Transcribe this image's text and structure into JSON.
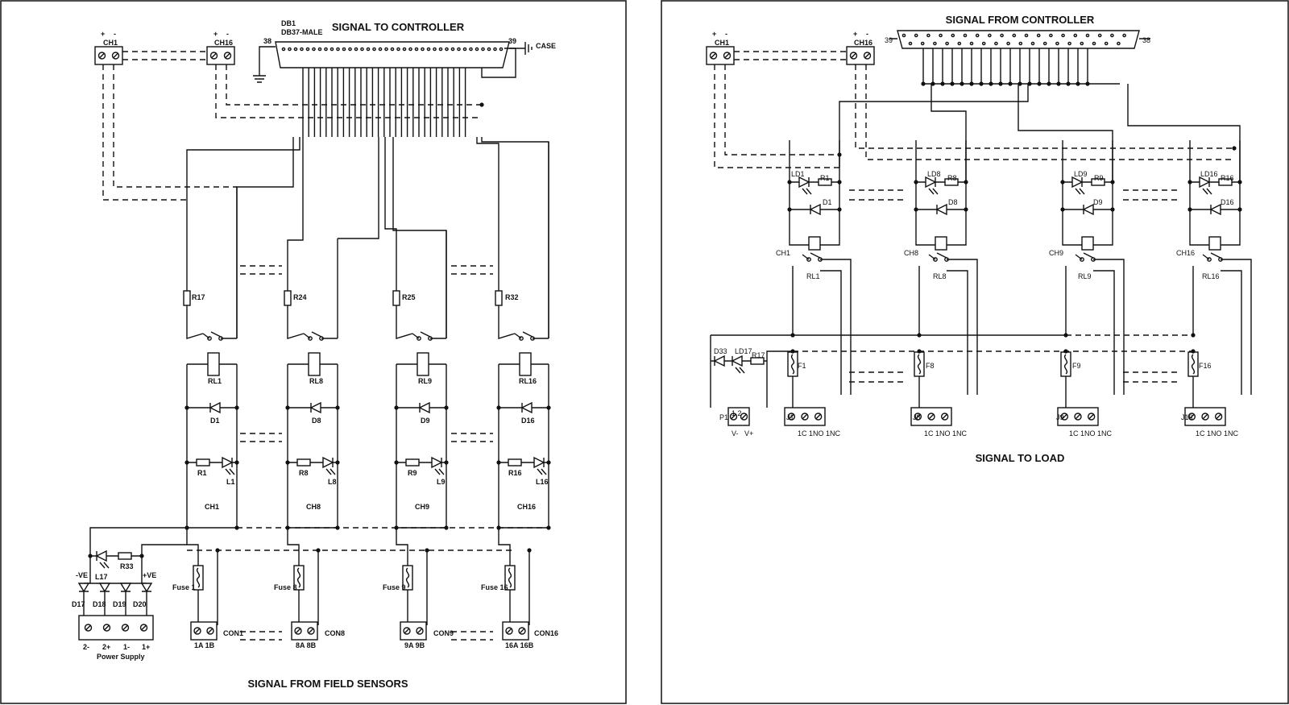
{
  "left_panel": {
    "title": "SIGNAL TO CONTROLLER",
    "footer": "SIGNAL FROM FIELD SENSORS",
    "connector": {
      "name": "DB1",
      "type": "DB37-MALE",
      "pin_first": "38",
      "pin_last": "39",
      "case_label": "CASE"
    },
    "ch_blocks": [
      {
        "label": "CH1",
        "plus": "+",
        "minus": "-"
      },
      {
        "label": "CH16",
        "plus": "+",
        "minus": "-"
      }
    ],
    "channels": [
      {
        "resistor": "R17",
        "relay": "RL1",
        "diode": "D1",
        "led_r": "R1",
        "led": "L1",
        "ch": "CH1",
        "fuse": "Fuse 1",
        "con": "CON1",
        "pins": "1A  1B"
      },
      {
        "resistor": "R24",
        "relay": "RL8",
        "diode": "D8",
        "led_r": "R8",
        "led": "L8",
        "ch": "CH8",
        "fuse": "Fuse 8",
        "con": "CON8",
        "pins": "8A  8B"
      },
      {
        "resistor": "R25",
        "relay": "RL9",
        "diode": "D9",
        "led_r": "R9",
        "led": "L9",
        "ch": "CH9",
        "fuse": "Fuse 9",
        "con": "CON9",
        "pins": "9A  9B"
      },
      {
        "resistor": "R32",
        "relay": "RL16",
        "diode": "D16",
        "led_r": "R16",
        "led": "L16",
        "ch": "CH16",
        "fuse": "Fuse 16",
        "con": "CON16",
        "pins": "16A 16B"
      }
    ],
    "power": {
      "neg": "-VE",
      "pos": "+VE",
      "led": "L17",
      "resistor": "R33",
      "diodes": [
        "D17",
        "D18",
        "D19",
        "D20"
      ],
      "terminals": [
        "2-",
        "2+",
        "1-",
        "1+"
      ],
      "label": "Power Supply"
    }
  },
  "right_panel": {
    "title": "SIGNAL FROM CONTROLLER",
    "footer": "SIGNAL TO LOAD",
    "connector": {
      "pin_first": "39",
      "pin_last": "38"
    },
    "ch_blocks": [
      {
        "label": "CH1",
        "plus": "+",
        "minus": "-"
      },
      {
        "label": "CH16",
        "plus": "+",
        "minus": "-"
      }
    ],
    "channels": [
      {
        "led": "LD1",
        "led_r": "R1",
        "diode": "D1",
        "ch": "CH1",
        "relay": "RL1",
        "fuse": "F1",
        "jack": "J1",
        "terminals": "1C 1NO 1NC"
      },
      {
        "led": "LD8",
        "led_r": "R8",
        "diode": "D8",
        "ch": "CH8",
        "relay": "RL8",
        "fuse": "F8",
        "jack": "J8",
        "terminals": "1C 1NO 1NC"
      },
      {
        "led": "LD9",
        "led_r": "R9",
        "diode": "D9",
        "ch": "CH9",
        "relay": "RL9",
        "fuse": "F9",
        "jack": "J9",
        "terminals": "1C 1NO 1NC"
      },
      {
        "led": "LD16",
        "led_r": "R16",
        "diode": "D16",
        "ch": "CH16",
        "relay": "RL16",
        "fuse": "F16",
        "jack": "J16",
        "terminals": "1C 1NO 1NC"
      }
    ],
    "power": {
      "diode": "D33",
      "led": "LD17",
      "resistor": "R17",
      "plug": "P1",
      "pins": "1 2",
      "neg": "V-",
      "pos": "V+"
    }
  }
}
